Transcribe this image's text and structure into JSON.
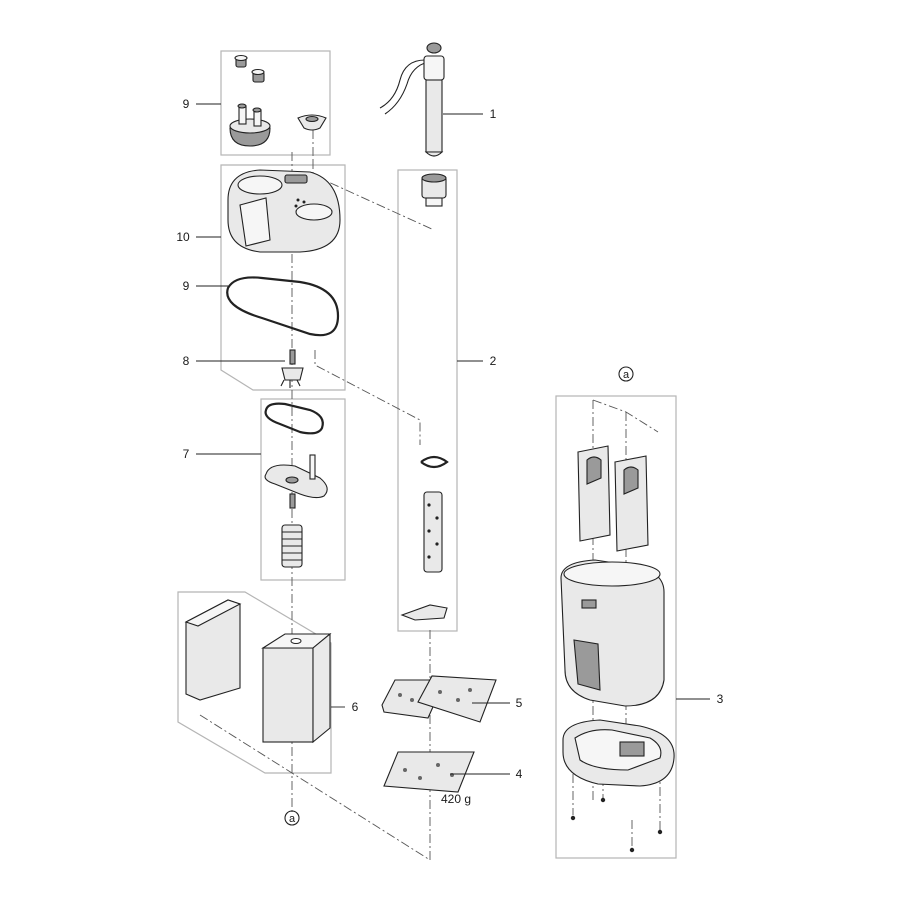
{
  "labels": {
    "p1": "1",
    "p2": "2",
    "p3": "3",
    "p4": "4",
    "p5": "5",
    "p6": "6",
    "p7": "7",
    "p8": "8",
    "p9a": "9",
    "p9b": "9",
    "p10": "10",
    "weight": "420 g",
    "marker_top": "a",
    "marker_bottom": "a"
  }
}
